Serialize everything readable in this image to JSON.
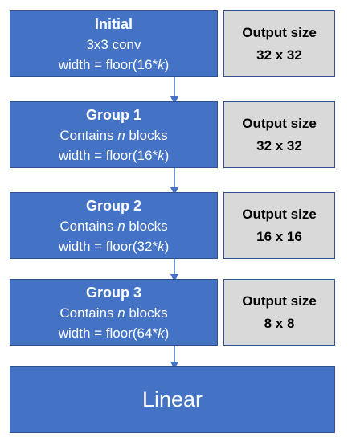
{
  "stages": [
    {
      "title": "Initial",
      "line1": "3x3 conv",
      "line2_prefix": "width = floor(16*",
      "line2_var": "k",
      "line2_suffix": ")",
      "output_label": "Output size",
      "output_value": "32 x 32"
    },
    {
      "title": "Group 1",
      "line1_prefix": "Contains ",
      "line1_var": "n",
      "line1_suffix": " blocks",
      "line2_prefix": "width = floor(16*",
      "line2_var": "k",
      "line2_suffix": ")",
      "output_label": "Output size",
      "output_value": "32 x 32"
    },
    {
      "title": "Group 2",
      "line1_prefix": "Contains ",
      "line1_var": "n",
      "line1_suffix": " blocks",
      "line2_prefix": "width = floor(32*",
      "line2_var": "k",
      "line2_suffix": ")",
      "output_label": "Output size",
      "output_value": "16 x 16"
    },
    {
      "title": "Group 3",
      "line1_prefix": "Contains ",
      "line1_var": "n",
      "line1_suffix": " blocks",
      "line2_prefix": "width = floor(64*",
      "line2_var": "k",
      "line2_suffix": ")",
      "output_label": "Output size",
      "output_value": "8 x 8"
    }
  ],
  "final": {
    "label": "Linear"
  },
  "colors": {
    "stage_fill": "#4472c4",
    "stage_border": "#2f528f",
    "output_fill": "#d9d9d9",
    "arrow": "#4472c4"
  }
}
